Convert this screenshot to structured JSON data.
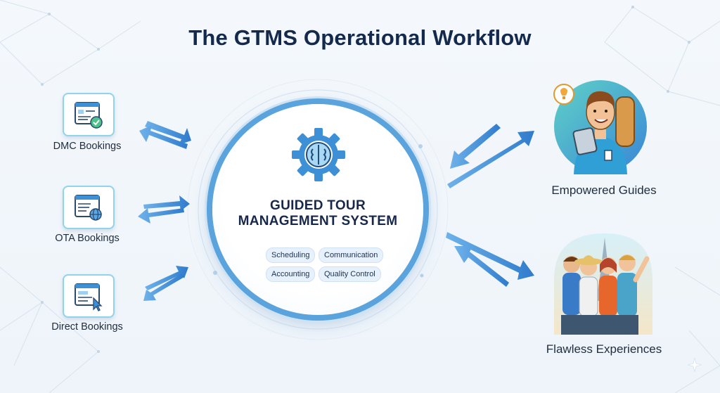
{
  "title": "The GTMS Operational Workflow",
  "sources": [
    {
      "label": "DMC Bookings",
      "icon": "booking-check-icon"
    },
    {
      "label": "OTA Bookings",
      "icon": "booking-globe-icon"
    },
    {
      "label": "Direct Bookings",
      "icon": "booking-cursor-icon"
    }
  ],
  "hub": {
    "title_line1": "GUIDED TOUR",
    "title_line2": "MANAGEMENT SYSTEM",
    "icon": "brain-gear-icon",
    "features": [
      "Scheduling",
      "Communication",
      "Accounting",
      "Quality Control"
    ]
  },
  "destinations": [
    {
      "label": "Empowered Guides",
      "icon": "tour-guide-illustration"
    },
    {
      "label": "Flawless Experiences",
      "icon": "happy-tourists-illustration"
    }
  ],
  "colors": {
    "title": "#142a4d",
    "accent": "#3d8fd6",
    "card_border": "#8fd4e8"
  }
}
